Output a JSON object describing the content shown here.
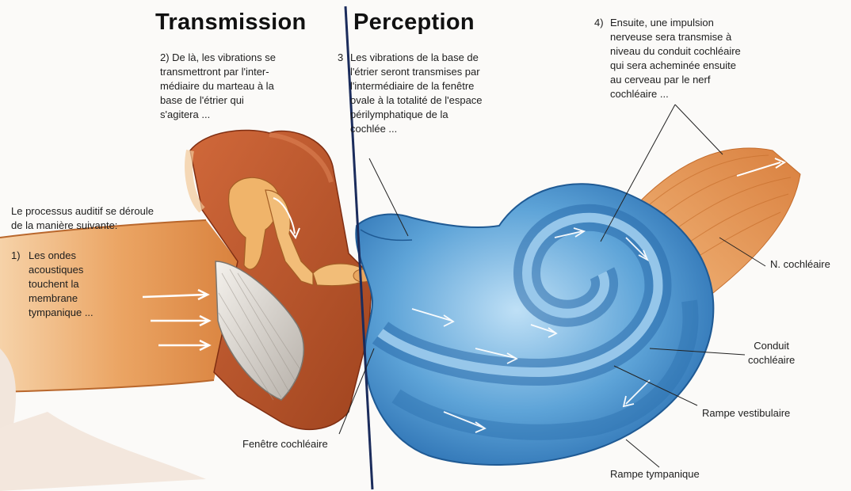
{
  "headings": {
    "transmission": "Transmission",
    "perception": "Perception"
  },
  "captions": {
    "intro": "Le processus auditif se déroule\nde la manière suivante:",
    "step1_num": "1)",
    "step1_text": "Les ondes\nacoustiques\ntouchent la\nmembrane\ntympanique ...",
    "step2": "2) De là, les vibrations se\ntransmettront par l'inter-\nmédiaire du marteau à la\nbase de l'étrier qui\ns'agitera ...",
    "step3_num": "3",
    "step3_text": "Les vibrations de la base de\nl'étrier seront transmises par\nl'intermédiaire de la fenêtre\novale à la totalité de l'espace\npérilymphatique de la\ncochlée ...",
    "step4_num": "4)",
    "step4_text": "Ensuite, une impulsion\nnerveuse sera transmise à\nniveau du conduit cochléaire\nqui sera acheminée ensuite\nau cerveau par le nerf\ncochléaire ..."
  },
  "labels": {
    "n_cochleaire": "N. cochléaire",
    "conduit_cochleaire": "Conduit\ncochléaire",
    "rampe_vestibulaire": "Rampe vestibulaire",
    "rampe_tympanique": "Rampe tympanique",
    "fenetre_cochleaire": "Fenêtre cochléaire"
  },
  "colors": {
    "divider": "#1b2c5c",
    "ear_canal": "#e59a55",
    "middle_ear": "#b8532c",
    "ossicles": "#f0b46a",
    "cochlea_outer": "#3d86c6",
    "cochlea_light": "#8fc4ea",
    "nerve": "#e89a55"
  }
}
